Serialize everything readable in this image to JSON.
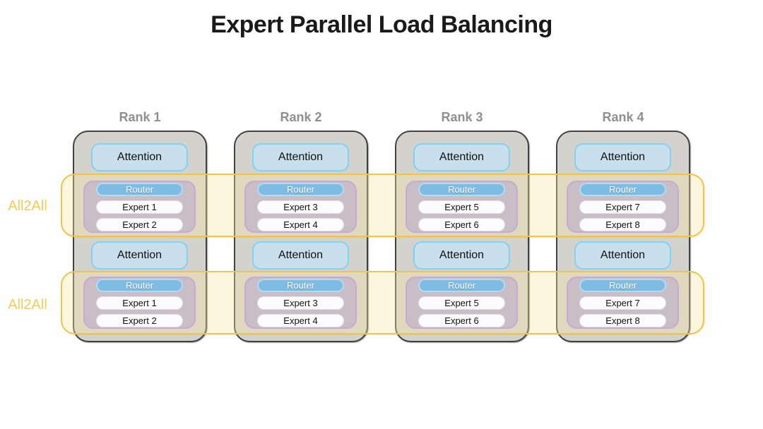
{
  "title": "Expert Parallel Load Balancing",
  "bands": [
    {
      "label": "All2All"
    },
    {
      "label": "All2All"
    }
  ],
  "ranks": [
    {
      "label": "Rank 1",
      "layers": [
        {
          "attention_label": "Attention",
          "router_label": "Router",
          "experts": [
            "Expert 1",
            "Expert 2"
          ]
        },
        {
          "attention_label": "Attention",
          "router_label": "Router",
          "experts": [
            "Expert 1",
            "Expert 2"
          ]
        }
      ]
    },
    {
      "label": "Rank 2",
      "layers": [
        {
          "attention_label": "Attention",
          "router_label": "Router",
          "experts": [
            "Expert 3",
            "Expert 4"
          ]
        },
        {
          "attention_label": "Attention",
          "router_label": "Router",
          "experts": [
            "Expert 3",
            "Expert 4"
          ]
        }
      ]
    },
    {
      "label": "Rank 3",
      "layers": [
        {
          "attention_label": "Attention",
          "router_label": "Router",
          "experts": [
            "Expert 5",
            "Expert 6"
          ]
        },
        {
          "attention_label": "Attention",
          "router_label": "Router",
          "experts": [
            "Expert 5",
            "Expert 6"
          ]
        }
      ]
    },
    {
      "label": "Rank 4",
      "layers": [
        {
          "attention_label": "Attention",
          "router_label": "Router",
          "experts": [
            "Expert 7",
            "Expert 8"
          ]
        },
        {
          "attention_label": "Attention",
          "router_label": "Router",
          "experts": [
            "Expert 7",
            "Expert 8"
          ]
        }
      ]
    }
  ],
  "colors": {
    "title": "#1a1a1a",
    "rank-label": "#8f8f8f",
    "rank-fill": "#d4d2cd",
    "rank-border": "#424242",
    "band-border": "#efc44c",
    "band-label": "#f2cc55",
    "attention-fill": "#c9dfec",
    "attention-border": "#7fd2f3",
    "router-fill": "#7fbce4",
    "router-border": "#aedcf7",
    "group-fill": "#c9bec5",
    "group-border": "#c7a8d8"
  }
}
